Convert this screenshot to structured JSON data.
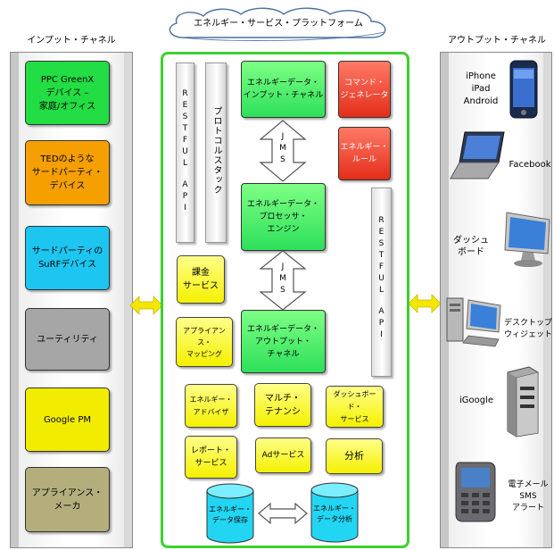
{
  "header": {
    "platform_title": "エネルギー・サービス・プラットフォーム",
    "input_title": "インプット・チャネル",
    "output_title": "アウトプット・チャネル"
  },
  "input_channels": [
    {
      "label": "PPC GreenX\nデバイス –\n家庭/オフィス",
      "color": "#22dd44"
    },
    {
      "label": "TEDのような\nサードパーティ・\nデバイス",
      "color": "#f5a000"
    },
    {
      "label": "サードパーティの\nSuRFデバイス",
      "color": "#1cc6f0"
    },
    {
      "label": "ユーティリティ",
      "color": "#a6a6a6"
    },
    {
      "label": "Google PM",
      "color": "#f2ec00"
    },
    {
      "label": "アプライアンス・\nメーカ",
      "color": "#b3ae7c"
    }
  ],
  "platform": {
    "restful_left": [
      "R",
      "E",
      "S",
      "T",
      "F",
      "U",
      "L",
      "A",
      "P",
      "I"
    ],
    "protocol_stack": "プロトコルスタック",
    "jms_top": [
      "J",
      "M",
      "S"
    ],
    "jms_bottom": [
      "J",
      "M",
      "S"
    ],
    "input_channel": "エネルギーデータ・\nインプット・チャネル",
    "command_generator": "コマンド・\nジェネレータ",
    "energy_rule": "エネルギー・\nルール",
    "processor_engine": "エネルギーデータ・\nプロセッサ・\nエンジン",
    "restful_right": [
      "R",
      "E",
      "S",
      "T",
      "F",
      "U",
      "L",
      "A",
      "P",
      "I"
    ],
    "billing": "課金\nサービス",
    "appliance_mapping": "アプライアンス・\nマッピング",
    "output_channel": "エネルギーデータ・\nアウトプット・\nチャネル",
    "advisor": "エネルギー・\nアドバイザ",
    "multitenancy": "マルチ・\nテナンシ",
    "dashboard_service": "ダッシュボード・\nサービス",
    "report_service": "レポート・\nサービス",
    "ad_service": "Adサービス",
    "analytics": "分析",
    "data_store": "エネルギー・\nデータ保存",
    "data_analysis": "エネルギー・\nデータ分析"
  },
  "output_channels": {
    "mobile": "iPhone\niPad\nAndroid",
    "facebook": "Facebook",
    "dashboard_board": "ダッシュ\nボード",
    "desktop_widget": "デスクトップ\nウィジェット",
    "igoogle": "iGoogle",
    "notifications": "電子メール\nSMS\nアラート"
  },
  "colors": {
    "platform_border": "#3ed12e",
    "connector_arrow": "#f5e600"
  }
}
